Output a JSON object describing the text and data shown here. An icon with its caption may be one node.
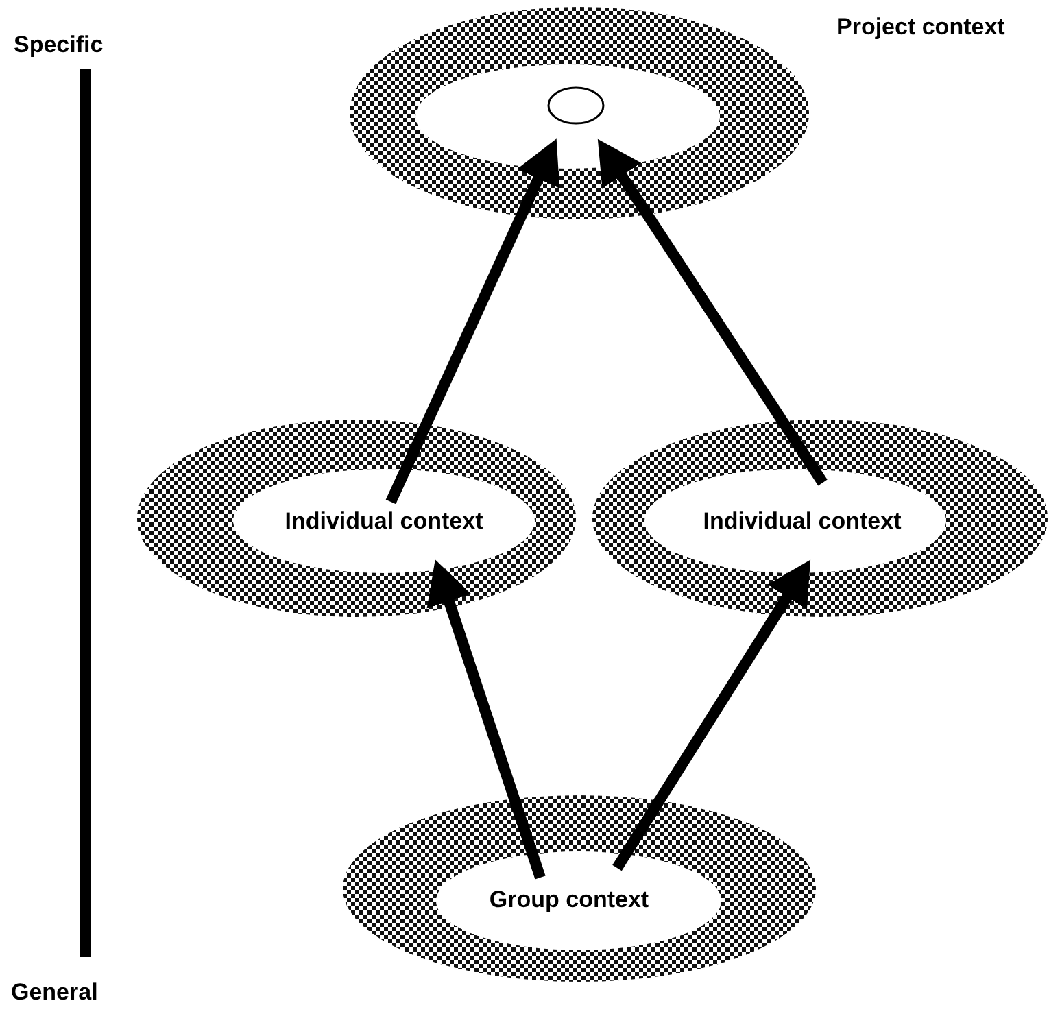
{
  "diagram": {
    "nodes": [
      {
        "text": [
          "Project context"
        ]
      },
      {
        "text": [],
        "shape": "ellipse",
        "in": 0
      },
      {
        "text": [
          "Individual context"
        ]
      },
      {
        "text": [
          "Individual context"
        ]
      },
      {
        "text": [
          "Group context"
        ]
      }
    ],
    "edges": [
      {
        "from": 2,
        "to": 1,
        "arrow": "to"
      },
      {
        "from": 3,
        "to": 1,
        "arrow": "to"
      },
      {
        "from": 4,
        "to": 2,
        "arrow": "to"
      },
      {
        "from": 4,
        "to": 3,
        "arrow": "to"
      }
    ],
    "labels": [
      "Specific",
      "General"
    ]
  }
}
